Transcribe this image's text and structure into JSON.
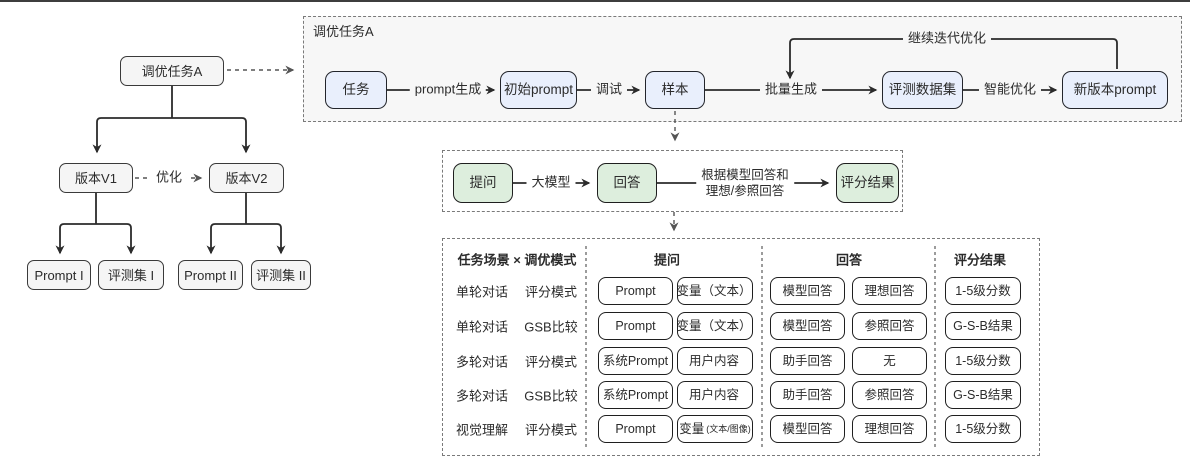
{
  "colors": {
    "blue_fill": "#e9effc",
    "green_fill": "#ddeedd",
    "gray_fill": "#f5f5f5",
    "container_gray": "#f7f7f7",
    "line": "#2b2b2b"
  },
  "left_tree": {
    "root": "调优任务A",
    "edge_optimize": "优化",
    "v1": "版本V1",
    "v2": "版本V2",
    "v1_children": [
      "Prompt I",
      "评测集 I"
    ],
    "v2_children": [
      "Prompt II",
      "评测集 II"
    ]
  },
  "top_flow": {
    "title": "调优任务A",
    "node_task": "任务",
    "node_initial": "初始prompt",
    "node_sample": "样本",
    "node_dataset": "评测数据集",
    "node_newprompt": "新版本prompt",
    "edge_generate": "prompt生成",
    "edge_debug": "调试",
    "edge_batch": "批量生成",
    "edge_smart_optimize": "智能优化",
    "feedback": "继续迭代优化"
  },
  "mid_flow": {
    "node_question": "提问",
    "node_answer": "回答",
    "node_score": "评分结果",
    "edge_model": "大模型",
    "edge_score_line1": "根据模型回答和",
    "edge_score_line2": "理想/参照回答"
  },
  "table": {
    "header_scene": "任务场景 × 调优模式",
    "header_question": "提问",
    "header_answer": "回答",
    "header_score": "评分结果",
    "rows": [
      {
        "scene": "单轮对话",
        "mode": "评分模式",
        "q1": "Prompt",
        "q2": "变量（文本）",
        "q2_small": "",
        "a1": "模型回答",
        "a2": "理想回答",
        "score": "1-5级分数"
      },
      {
        "scene": "单轮对话",
        "mode": "GSB比较",
        "q1": "Prompt",
        "q2": "变量（文本）",
        "q2_small": "",
        "a1": "模型回答",
        "a2": "参照回答",
        "score": "G-S-B结果"
      },
      {
        "scene": "多轮对话",
        "mode": "评分模式",
        "q1": "系统Prompt",
        "q2": "用户内容",
        "q2_small": "",
        "a1": "助手回答",
        "a2": "无",
        "score": "1-5级分数"
      },
      {
        "scene": "多轮对话",
        "mode": "GSB比较",
        "q1": "系统Prompt",
        "q2": "用户内容",
        "q2_small": "",
        "a1": "助手回答",
        "a2": "参照回答",
        "score": "G-S-B结果"
      },
      {
        "scene": "视觉理解",
        "mode": "评分模式",
        "q1": "Prompt",
        "q2": "变量",
        "q2_small": "(文本/图像)",
        "a1": "模型回答",
        "a2": "理想回答",
        "score": "1-5级分数"
      }
    ]
  }
}
